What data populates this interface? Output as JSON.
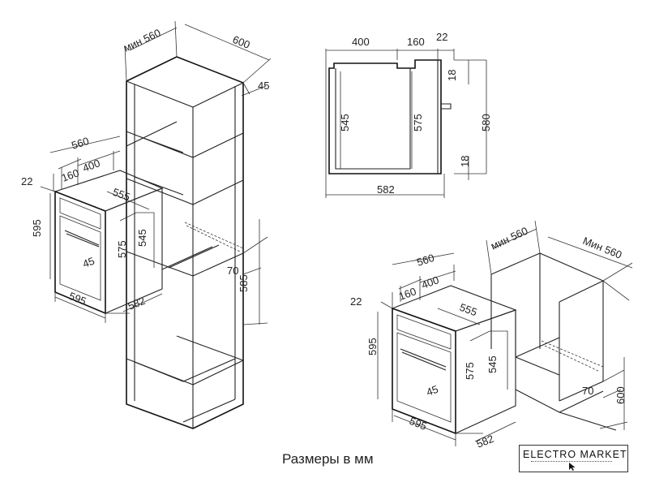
{
  "caption": "Размеры в мм",
  "logo": {
    "text": "ELECTRO MARKET",
    "icon": "cursor-arrow-icon"
  },
  "cabinet": {
    "min_width": "мин 560",
    "depth": "600",
    "top_gap": "45",
    "ventilation": "70",
    "niche_height": "585"
  },
  "oven_left": {
    "width_overall": "560",
    "w160": "160",
    "w400": "400",
    "frame": "22",
    "inner_depth": "555",
    "height": "595",
    "h575": "575",
    "h545": "545",
    "handle": "45",
    "front_width": "595",
    "body_depth": "582"
  },
  "side_view": {
    "w400": "400",
    "w160": "160",
    "w22": "22",
    "h18_top": "18",
    "h545": "545",
    "h575": "575",
    "h580": "580",
    "h18_bottom": "18",
    "depth": "582"
  },
  "oven_right": {
    "width_overall": "560",
    "w160": "160",
    "w400": "400",
    "frame": "22",
    "inner_depth": "555",
    "height": "595",
    "h575": "575",
    "h545": "545",
    "handle": "45",
    "front_width": "595",
    "body_depth": "582"
  },
  "undercounter": {
    "min_width": "мин 560",
    "min_width_cap": "Мин 560",
    "ventilation": "70",
    "niche_height": "600"
  }
}
